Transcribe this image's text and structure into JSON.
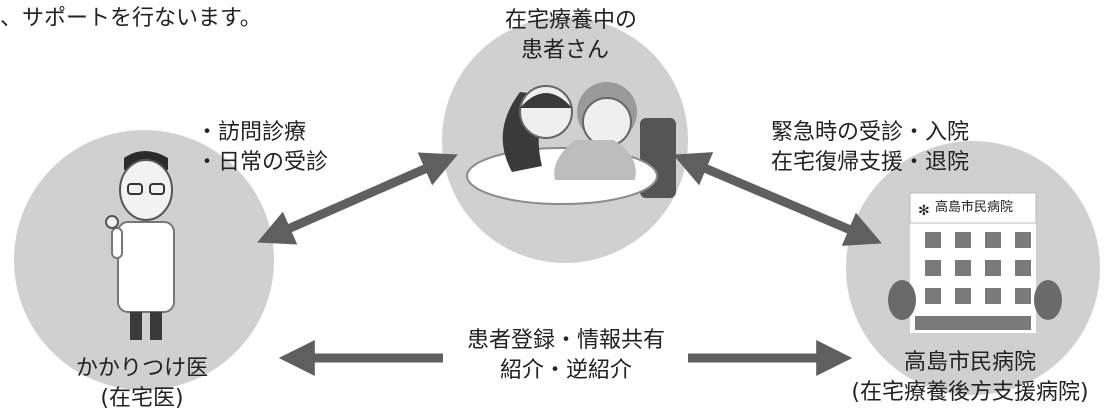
{
  "intro_fragment": "、サポートを行ないます。",
  "nodes": {
    "patient": {
      "line1": "在宅療養中の",
      "line2": "患者さん"
    },
    "doctor": {
      "line1": "かかりつけ医",
      "line2": "(在宅医)"
    },
    "hospital": {
      "sign": "高島市民病院",
      "line1": "高島市民病院",
      "line2": "(在宅療養後方支援病院)"
    }
  },
  "links": {
    "doctor_patient": {
      "line1": "・訪問診療",
      "line2": "・日常の受診"
    },
    "hospital_patient": {
      "line1": "緊急時の受診・入院",
      "line2": "在宅復帰支援・退院"
    },
    "doctor_hospital": {
      "line1": "患者登録・情報共有",
      "line2": "紹介・逆紹介"
    }
  },
  "colors": {
    "circle": "#d0d0d0",
    "arrow": "#5f5f5f",
    "text": "#222222"
  }
}
